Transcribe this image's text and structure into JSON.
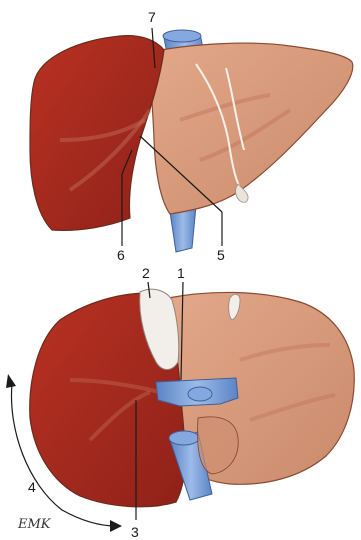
{
  "labels": {
    "l1": "1",
    "l2": "2",
    "l3": "3",
    "l4": "4",
    "l5": "5",
    "l6": "6",
    "l7": "7"
  },
  "signature": "EMK",
  "colors": {
    "right_lobe": "#a8291e",
    "left_lobe": "#d9997a",
    "vessel_blue": "#6f98d6",
    "ligament": "#f4f0ec",
    "outline": "#6b2b1c",
    "leader_line": "#1a1a1a",
    "background": "#ffffff"
  }
}
